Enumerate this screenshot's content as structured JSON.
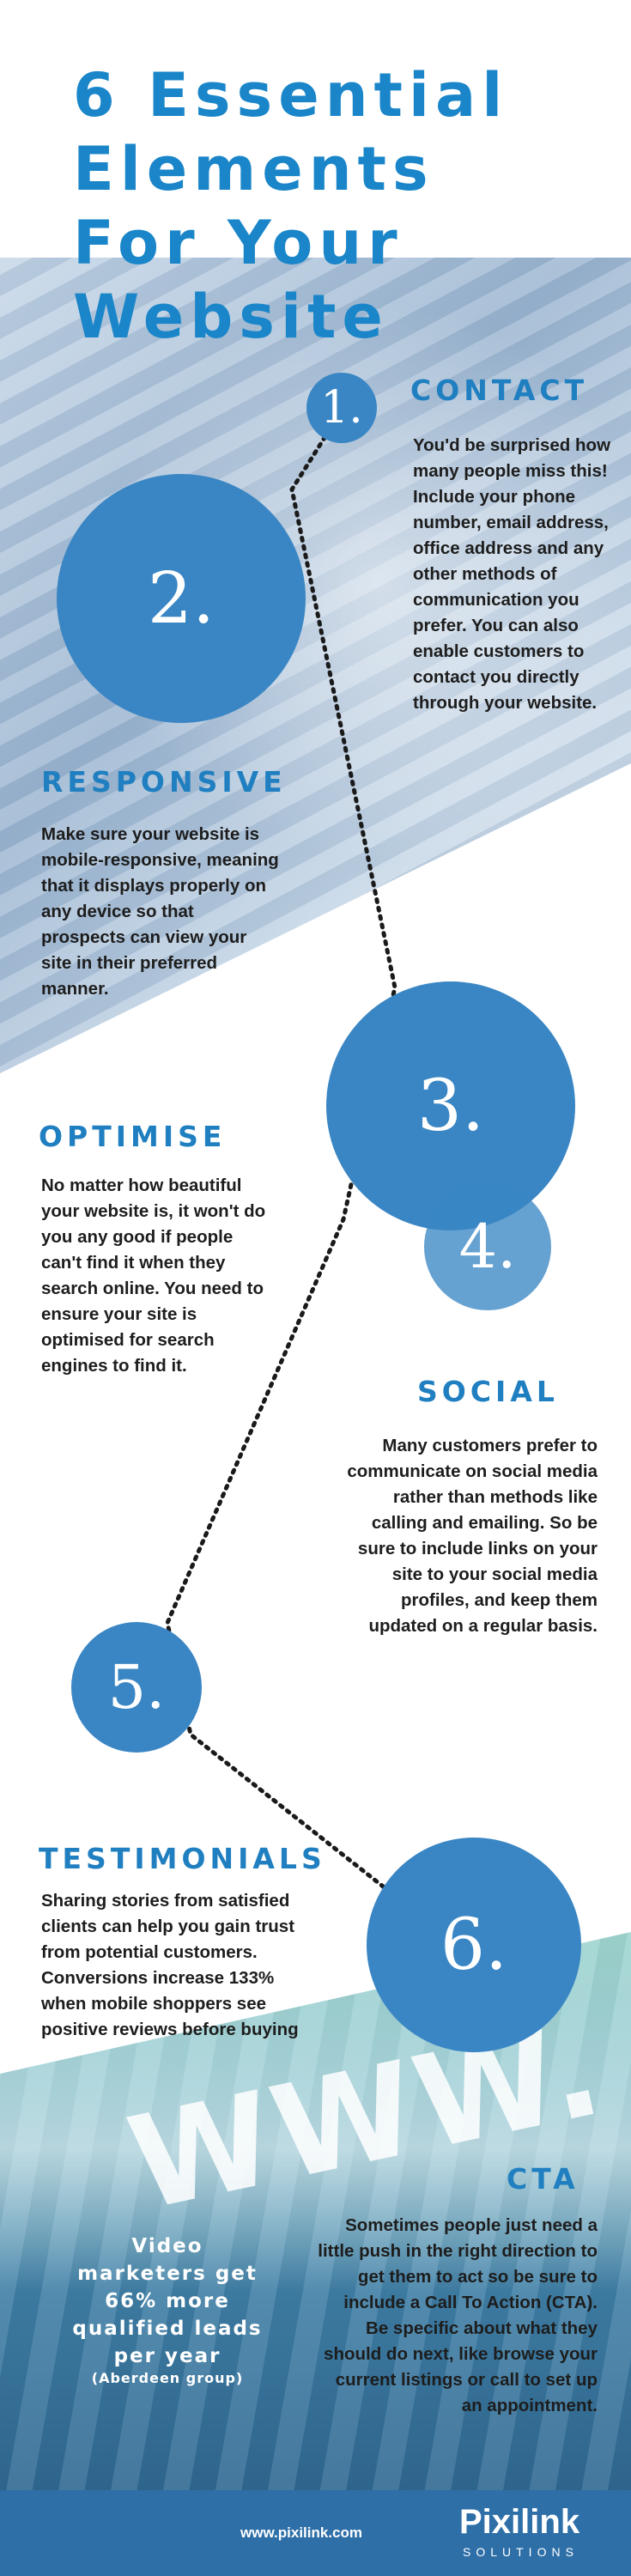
{
  "title": {
    "lines": [
      "6 Essential",
      "Elements",
      "For Your",
      "Website"
    ]
  },
  "sections": {
    "contact": {
      "number": "1.",
      "heading": "CONTACT",
      "body": "You'd be surprised how many people miss this! Include your phone number, email address, office address and any other methods of communication you prefer. You can also enable customers to contact you directly through your website."
    },
    "responsive": {
      "number": "2.",
      "heading": "RESPONSIVE",
      "body": "Make sure your website is mobile-responsive, meaning that it displays properly on any device so that prospects can view your site in their preferred manner."
    },
    "optimise": {
      "number": "3.",
      "heading": "OPTIMISE",
      "body": "No matter how beautiful your website is, it won't do you any good if people can't find it when they search online. You need to ensure your site is optimised for search engines to find it."
    },
    "social": {
      "number": "4.",
      "heading": "SOCIAL",
      "body": "Many customers prefer to communicate on social media rather than methods like calling and emailing. So be sure to include links on your site to your social media profiles, and keep them updated on a regular basis."
    },
    "testimonials": {
      "number": "5.",
      "heading": "TESTIMONIALS",
      "body": "Sharing stories from satisfied clients can help you gain trust from potential customers. Conversions increase 133% when mobile shoppers see positive reviews before buying"
    },
    "cta": {
      "number": "6.",
      "heading": "CTA",
      "body": "Sometimes people just need a little push in the right direction to get them to act so be sure to include a Call To Action (CTA). Be specific about what they should do next, like browse your current listings or call to set up an appointment."
    }
  },
  "www_graphic": "WWW.",
  "video_stat": {
    "main": "Video marketers get 66% more qualified leads per year",
    "source": "(Aberdeen group)"
  },
  "footer": {
    "url": "www.pixilink.com",
    "logo_name": "Pixilink",
    "logo_sub": "SOLUTIONS"
  },
  "colors": {
    "accent": "#1a86c9",
    "circle": "#3a86c4",
    "footer": "#2e6fa8"
  }
}
